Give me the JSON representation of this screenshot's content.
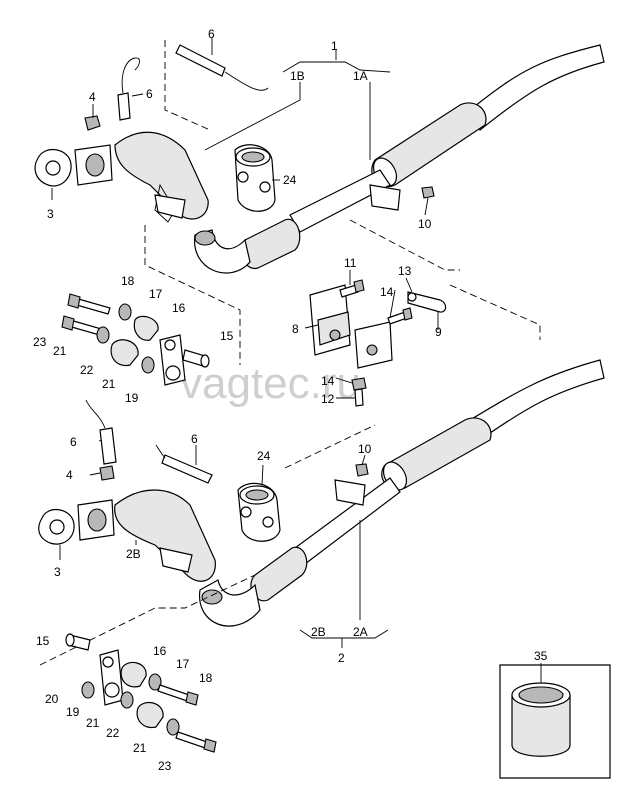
{
  "watermark": "vagtec.ru",
  "callouts": {
    "assembly_1": "1",
    "sub_1A": "1A",
    "sub_1B": "1B",
    "assembly_2": "2",
    "sub_2A": "2A",
    "sub_2B": "2B",
    "p3_top": "3",
    "p4_top": "4",
    "p6_top_a": "6",
    "p6_top_b": "6",
    "p8": "8",
    "p9": "9",
    "p10_top": "10",
    "p11": "11",
    "p12": "12",
    "p13": "13",
    "p14": "14",
    "p15_top": "15",
    "p16_top": "16",
    "p17_top": "17",
    "p18_top": "18",
    "p19_top": "19",
    "p21_top_a": "21",
    "p21_top_b": "21",
    "p22_top": "22",
    "p23_top": "23",
    "p24_top": "24",
    "p6_bot_a": "6",
    "p6_bot_b": "6",
    "p4_bot": "4",
    "p3_bot": "3",
    "p10_bot": "10",
    "p24_bot": "24",
    "p15_bot": "15",
    "p16_bot": "16",
    "p17_bot": "17",
    "p18_bot": "18",
    "p19_bot": "19",
    "p20": "20",
    "p21_bot_a": "21",
    "p21_bot_b": "21",
    "p22_bot": "22",
    "p23_bot": "23",
    "p35": "35"
  }
}
